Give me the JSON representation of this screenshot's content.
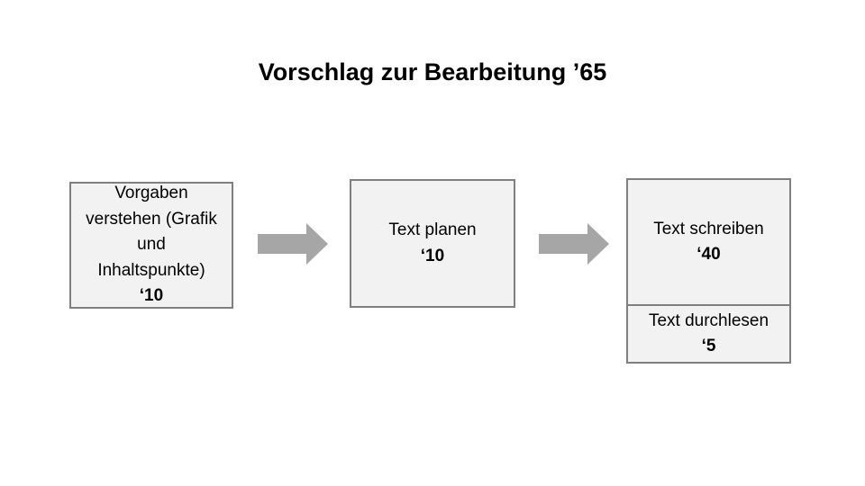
{
  "title": "Vorschlag zur Bearbeitung ’65",
  "steps": [
    {
      "label": "Vorgaben verstehen (Grafik und Inhaltspunkte)",
      "time": "‘10"
    },
    {
      "label": "Text planen",
      "time": "‘10"
    },
    {
      "label": "Text schreiben",
      "time": "‘40"
    },
    {
      "label": "Text durchlesen",
      "time": "‘5"
    }
  ],
  "colors": {
    "box_fill": "#f2f2f2",
    "box_border": "#7f7f7f",
    "arrow": "#a6a6a6"
  }
}
